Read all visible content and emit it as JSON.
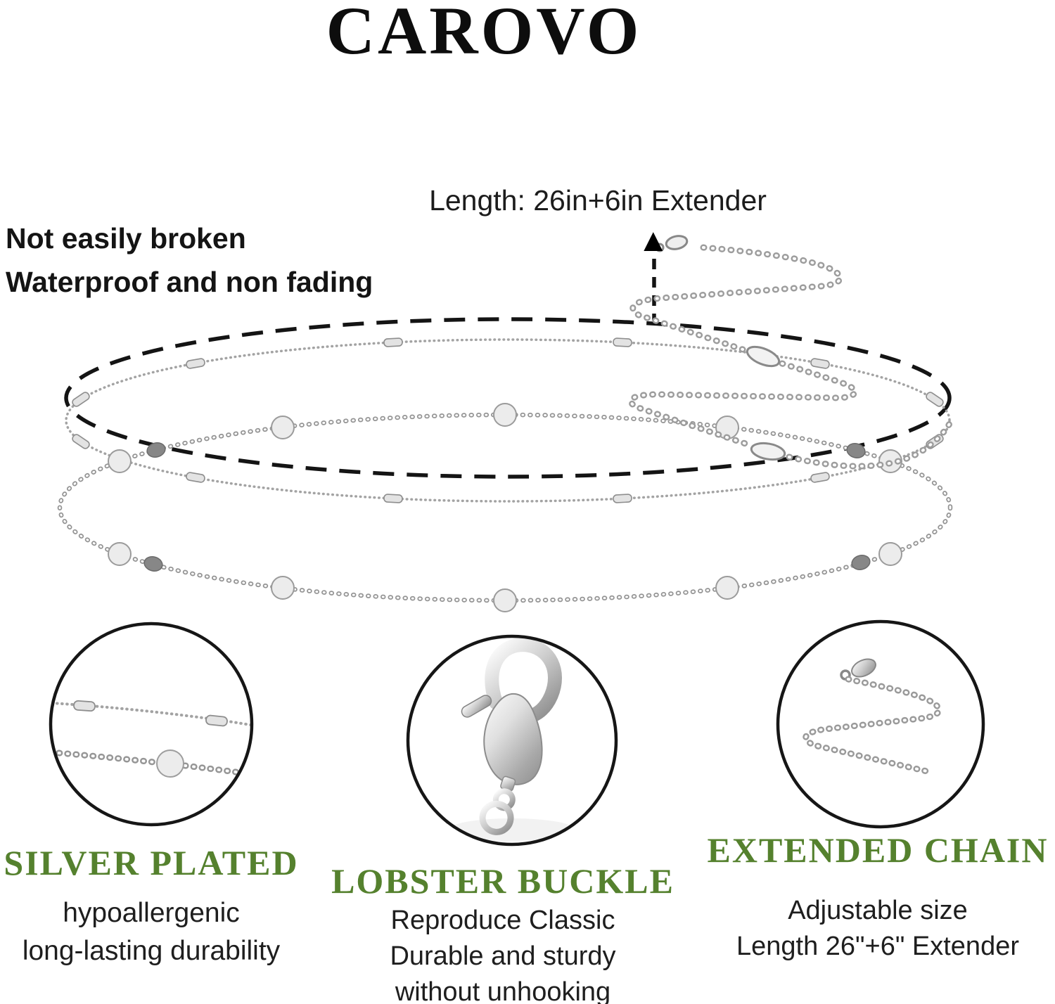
{
  "brand": "CAROVO",
  "annotations": {
    "length_label": "Length: 26in+6in Extender",
    "feature_line1": "Not easily broken",
    "feature_line2": "Waterproof and non fading",
    "arrow_icon": "▲"
  },
  "features": [
    {
      "title": "SILVER PLATED",
      "lines": [
        "hypoallergenic",
        "long-lasting durability"
      ]
    },
    {
      "title": "LOBSTER BUCKLE",
      "lines": [
        "Reproduce Classic",
        "Durable and sturdy",
        "without unhooking"
      ]
    },
    {
      "title": "EXTENDED CHAIN",
      "lines": [
        "Adjustable size",
        "Length 26\"+6\" Extender"
      ]
    }
  ],
  "colors": {
    "accent_green": "#55812e",
    "text": "#1b1b1b",
    "chain_silver": "#9c9c9c",
    "outline_black": "#141414"
  }
}
